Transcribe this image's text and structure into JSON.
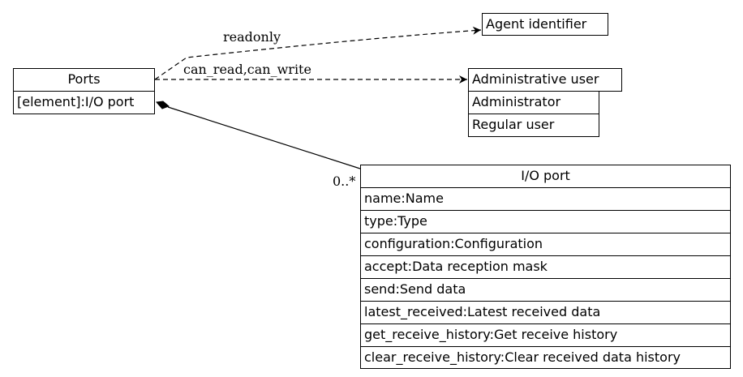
{
  "classes": {
    "ports": {
      "title": "Ports",
      "attributes": [
        "[element]:I/O port"
      ]
    },
    "agent_identifier": {
      "title": "Agent identifier",
      "attributes": []
    },
    "administrative_user": {
      "title": "Administrative user",
      "attributes": [
        "Administrator",
        "Regular user"
      ]
    },
    "io_port": {
      "title": "I/O port",
      "attributes": [
        "name:Name",
        "type:Type",
        "configuration:Configuration",
        "accept:Data reception mask",
        "send:Send data",
        "latest_received:Latest received data",
        "get_receive_history:Get receive history",
        "clear_receive_history:Clear received data history"
      ]
    }
  },
  "edges": {
    "ports_to_agent": {
      "label": "readonly",
      "style": "dashed"
    },
    "ports_to_admin": {
      "label": "can_read,can_write",
      "style": "dashed"
    },
    "ports_to_ioport": {
      "label": "0..*",
      "style": "composition"
    }
  },
  "colors": {
    "line": "#000000",
    "background": "#ffffff"
  }
}
